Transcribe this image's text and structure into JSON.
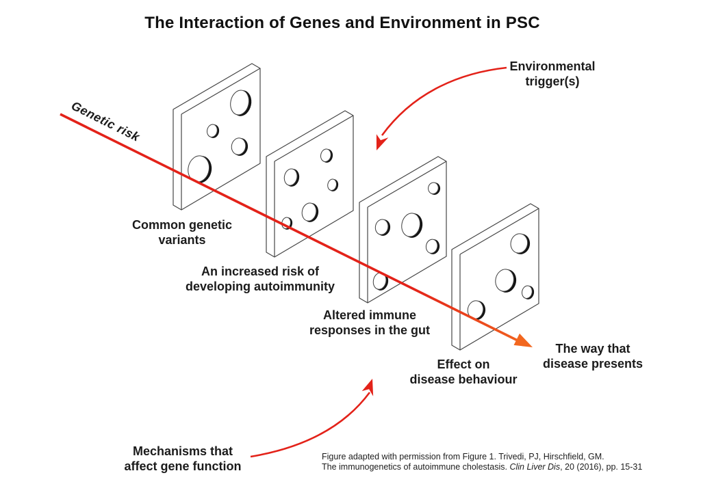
{
  "title": "The Interaction of Genes and Environment in PSC",
  "colors": {
    "arrow_red": "#e32219",
    "arrow_orange": "#f2671f",
    "plate_edge": "#454545",
    "text": "#1a1a1a"
  },
  "genetic_risk_label": "Genetic risk",
  "annotations": {
    "environmental_trigger": {
      "line1": "Environmental",
      "line2": "trigger(s)"
    },
    "mechanisms": {
      "line1": "Mechanisms that",
      "line2": "affect gene function"
    }
  },
  "stages": {
    "stage1": {
      "line1": "Common genetic",
      "line2": "variants"
    },
    "stage2": {
      "line1": "An increased risk of",
      "line2": "developing autoimmunity"
    },
    "stage3": {
      "line1": "Altered immune",
      "line2": "responses in the gut"
    },
    "stage4": {
      "line1": "Effect on",
      "line2": "disease behaviour"
    },
    "outcome": {
      "line1": "The way that",
      "line2": "disease presents"
    }
  },
  "citation": {
    "line1": "Figure adapted with permission from Figure 1. Trivedi, PJ, Hirschfield, GM.",
    "line2_prefix": "The immunogenetics of autoimmune cholestasis. ",
    "line2_italic": "Clin Liver Dis",
    "line2_suffix": ", 20 (2016), pp. 15-31"
  }
}
